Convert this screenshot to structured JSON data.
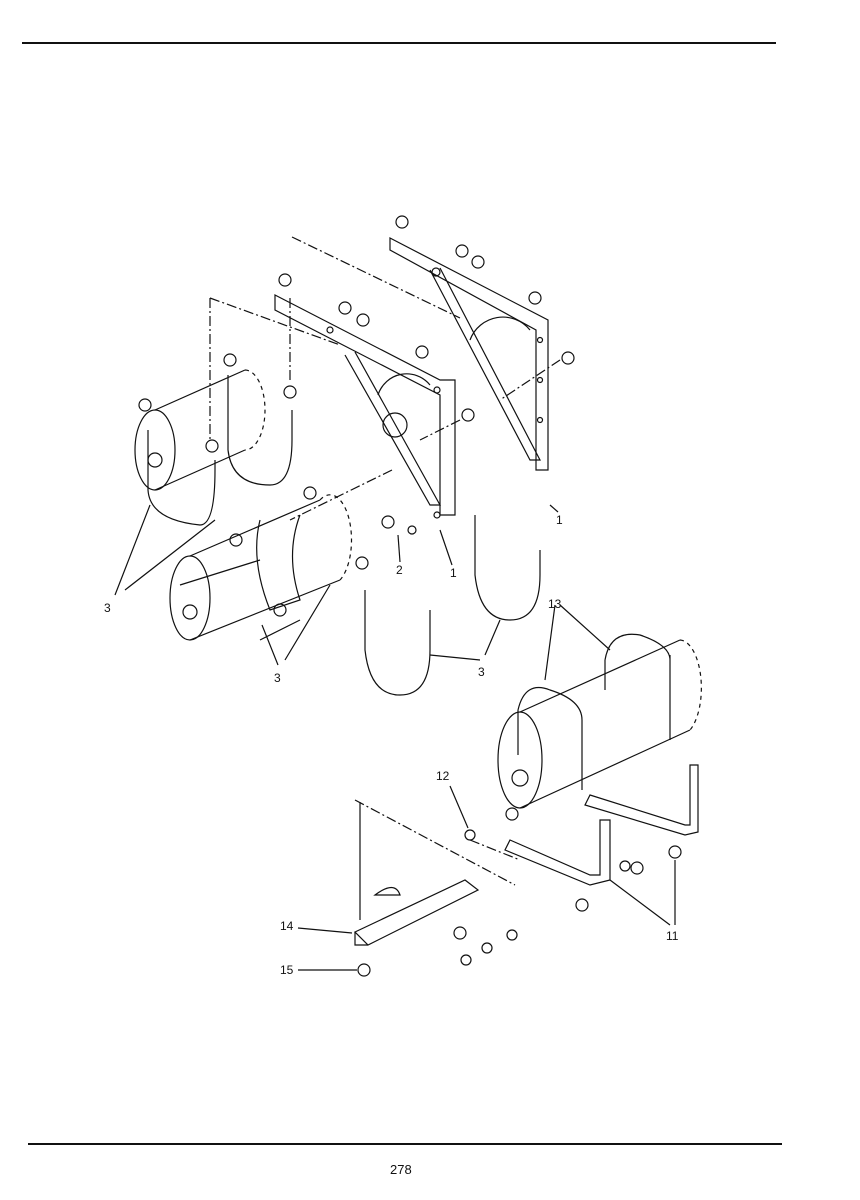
{
  "page": {
    "number": "278"
  },
  "callouts": {
    "c1a": "1",
    "c1b": "1",
    "c2": "2",
    "c3a": "3",
    "c3b": "3",
    "c3c": "3",
    "c11": "11",
    "c12": "12",
    "c13": "13",
    "c14": "14",
    "c15": "15"
  },
  "colors": {
    "ink": "#111111",
    "paper": "#ffffff"
  }
}
